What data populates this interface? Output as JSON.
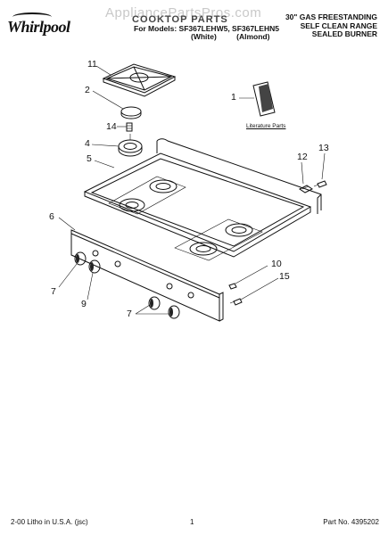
{
  "header": {
    "logo": "Whirlpool",
    "watermark": "AppliancePartsPros.com",
    "title": "COOKTOP PARTS",
    "models": "For Models: SF367LEHW5, SF367LEHN5",
    "variants": "(White) (Almond)",
    "right_line1": "30\" GAS FREESTANDING",
    "right_line2": "SELF CLEAN RANGE",
    "right_line3": "SEALED BURNER"
  },
  "callouts": [
    "11",
    "2",
    "14",
    "4",
    "5",
    "1",
    "12",
    "13",
    "6",
    "10",
    "15",
    "7",
    "9",
    "7"
  ],
  "literature_label": "Literature Parts",
  "footer": {
    "left": "2-00 Litho in U.S.A. (jsc)",
    "page": "1",
    "part_no": "Part No. 4395202"
  }
}
